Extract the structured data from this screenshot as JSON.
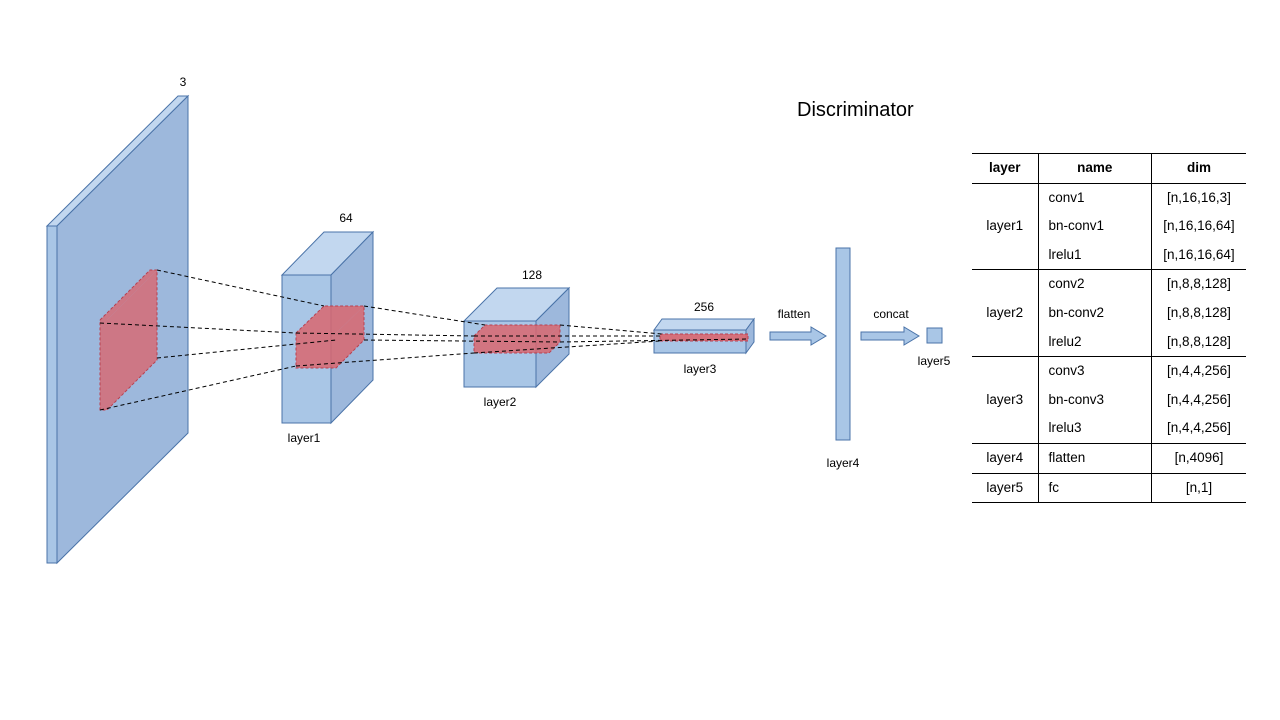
{
  "title": "Discriminator",
  "volumes": [
    {
      "id": "input",
      "depth_label": "3",
      "label": ""
    },
    {
      "id": "layer1",
      "depth_label": "64",
      "label": "layer1"
    },
    {
      "id": "layer2",
      "depth_label": "128",
      "label": "layer2"
    },
    {
      "id": "layer3",
      "depth_label": "256",
      "label": "layer3"
    },
    {
      "id": "layer4",
      "depth_label": "",
      "label": "layer4"
    },
    {
      "id": "layer5",
      "depth_label": "",
      "label": "layer5"
    }
  ],
  "arrows": [
    {
      "label": "flatten"
    },
    {
      "label": "concat"
    }
  ],
  "colors": {
    "volume_fill": "#a9c6e6",
    "volume_side": "#9db8dc",
    "volume_top": "#c2d7ef",
    "volume_stroke": "#4a73a8",
    "kernel_fill": "#d9666f",
    "kernel_stroke": "#b84050"
  },
  "table": {
    "headers": [
      "layer",
      "name",
      "dim"
    ],
    "groups": [
      {
        "layer": "layer1",
        "rows": [
          {
            "name": "conv1",
            "dim": "[n,16,16,3]"
          },
          {
            "name": "bn-conv1",
            "dim": "[n,16,16,64]"
          },
          {
            "name": "lrelu1",
            "dim": "[n,16,16,64]"
          }
        ]
      },
      {
        "layer": "layer2",
        "rows": [
          {
            "name": "conv2",
            "dim": "[n,8,8,128]"
          },
          {
            "name": "bn-conv2",
            "dim": "[n,8,8,128]"
          },
          {
            "name": "lrelu2",
            "dim": "[n,8,8,128]"
          }
        ]
      },
      {
        "layer": "layer3",
        "rows": [
          {
            "name": "conv3",
            "dim": "[n,4,4,256]"
          },
          {
            "name": "bn-conv3",
            "dim": "[n,4,4,256]"
          },
          {
            "name": "lrelu3",
            "dim": "[n,4,4,256]"
          }
        ]
      },
      {
        "layer": "layer4",
        "rows": [
          {
            "name": "flatten",
            "dim": "[n,4096]"
          }
        ]
      },
      {
        "layer": "layer5",
        "rows": [
          {
            "name": "fc",
            "dim": "[n,1]"
          }
        ]
      }
    ]
  }
}
